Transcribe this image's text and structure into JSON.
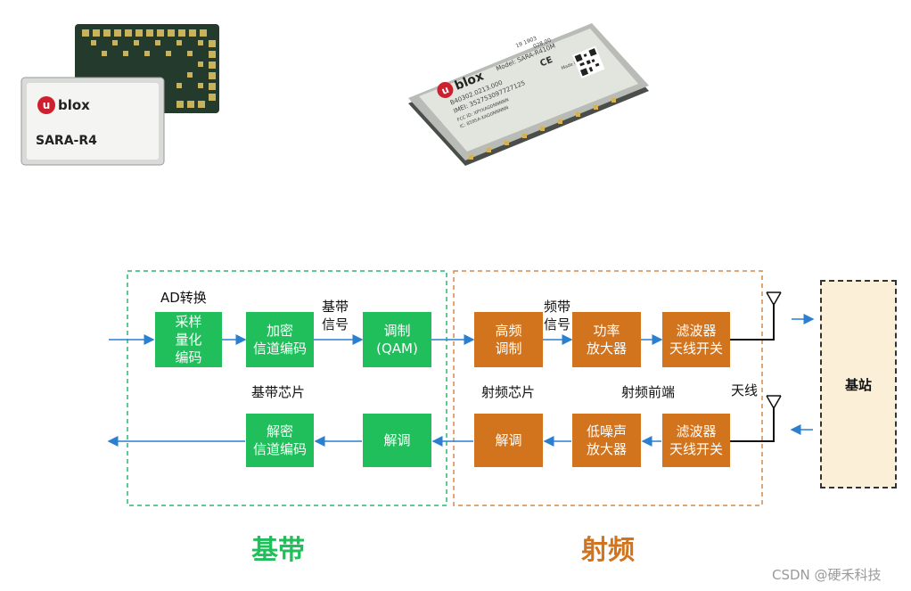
{
  "module1": {
    "brand": "blox",
    "brand_u": "u",
    "model": "SARA-R4"
  },
  "module2": {
    "brand": "blox",
    "brand_u": "u",
    "model_line": "Model: SARA-R410M",
    "code_line": "B40302.0213.000",
    "imei_line": "IMEI: 352753097727125",
    "fcc_line": "FCC ID: XPYXAG0NNNNN",
    "ic_line": "IC: 8595A-XAG0NNNNN",
    "made_in": "Made in Austria",
    "ce_mark": "CE",
    "year_code": "19  1903",
    "batch_code": "028.00"
  },
  "diagram": {
    "baseband_blocks": {
      "sample": "采样\n量化\n编码",
      "encrypt": "加密\n信道编码",
      "modulate": "调制\n(QAM)",
      "demodulate": "解调",
      "decrypt": "解密\n信道编码"
    },
    "rf_blocks": {
      "hf_modulate": "高频\n调制",
      "power_amp": "功率\n放大器",
      "filter_tx": "滤波器\n天线开关",
      "demodulate": "解调",
      "lna": "低噪声\n放大器",
      "filter_rx": "滤波器\n天线开关"
    },
    "labels": {
      "ad_convert": "AD转换",
      "baseband_signal": "基带\n信号",
      "rf_signal": "频带\n信号",
      "baseband_chip": "基带芯片",
      "rf_chip": "射频芯片",
      "rf_frontend": "射频前端",
      "antenna": "天线",
      "base_station": "基站"
    },
    "section_titles": {
      "baseband": "基带",
      "rf": "射频"
    },
    "colors": {
      "baseband": "#21bf5c",
      "rf": "#d1741d",
      "arrow": "#2a7fd0",
      "baseband_border": "#2bb673",
      "rf_border": "#d28a4a"
    }
  },
  "watermark": "CSDN @硬禾科技"
}
